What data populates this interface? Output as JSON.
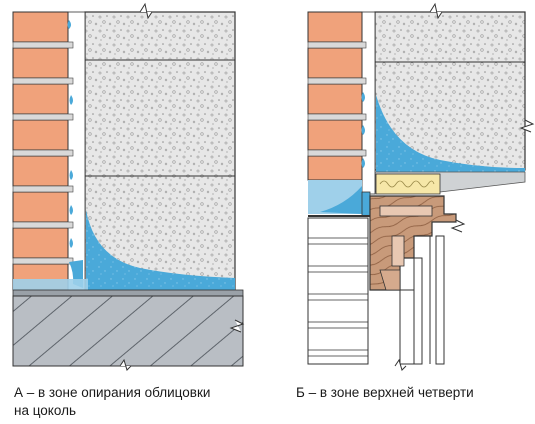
{
  "captions": {
    "a_line1": "А – в зоне опирания облицовки",
    "a_line2": "на цоколь",
    "b": "Б – в зоне верхней четверти"
  },
  "colors": {
    "brick": "#f0a27b",
    "concrete": "#e6e6e6",
    "water": "#4aa9d9",
    "water_light": "#9fd0ea",
    "plinth": "#b9bec4",
    "wood": "#c79a7c",
    "insulation": "#f6e7a8",
    "white_brick": "#ffffff"
  }
}
